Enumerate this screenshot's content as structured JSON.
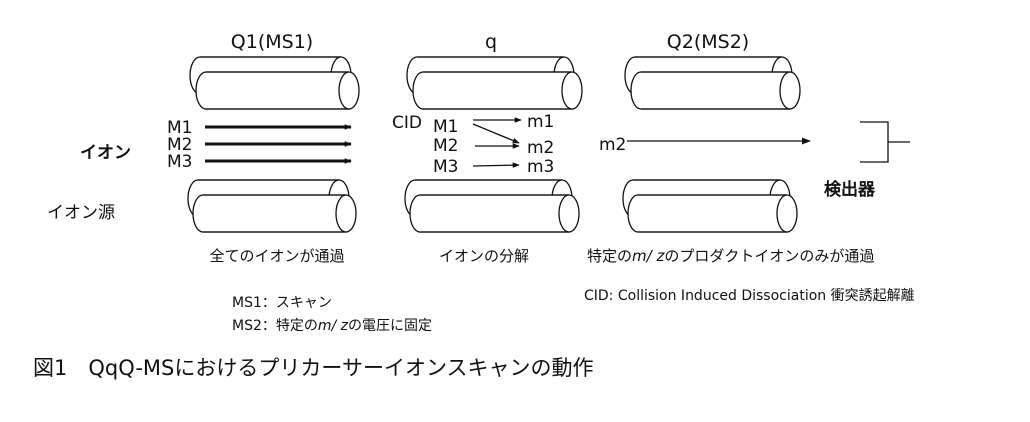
{
  "stages": [
    {
      "title": "Q1(MS1)",
      "caption": "全てのイオンが通過"
    },
    {
      "title": "q",
      "caption": "イオンの分解"
    },
    {
      "title": "Q2(MS2)",
      "caption_pre": "特定の",
      "caption_italic": "m/ z",
      "caption_post": "のプロダクトイオンのみが通過"
    }
  ],
  "left_labels": {
    "ion": "イオン",
    "ion_source": "イオン源"
  },
  "q1_ions": [
    "M1",
    "M2",
    "M3"
  ],
  "q": {
    "cid": "CID",
    "precursors": [
      "M1",
      "M2",
      "M3"
    ],
    "products": [
      "m1",
      "m2",
      "m3"
    ]
  },
  "q2": {
    "ion": "m2"
  },
  "detector": "検出器",
  "notes": {
    "ms1": "MS1：スキャン",
    "ms2_pre": "MS2：特定の",
    "ms2_italic": "m/ z",
    "ms2_post": "の電圧に固定",
    "cid": "CID: Collision Induced Dissociation 衝突誘起解離"
  },
  "figure_caption": "図1　QqQ-MSにおけるプリカーサーイオンスキャンの動作"
}
